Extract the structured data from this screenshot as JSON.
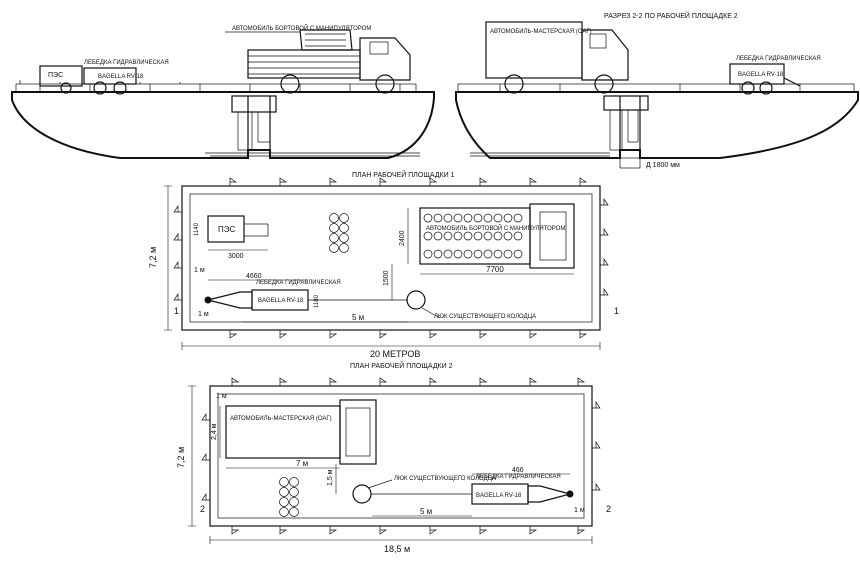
{
  "section_left": {
    "truck_label": "АВТОМОБИЛЬ БОРТОВОЙ С МАНИПУЛЯТОРОМ",
    "winch_label": "ЛЕБЕДКА ГИДРАВЛИЧЕСКАЯ",
    "pes_label": "ПЭС",
    "bagella_label": "BAGELLA RV-18"
  },
  "section_right": {
    "title": "РАЗРЕЗ 2-2 ПО РАБОЧЕЙ ПЛОЩАДКЕ  2",
    "workshop_label": "АВТОМОБИЛЬ-МАСТЕРСКАЯ (ОАГ)",
    "winch_label": "ЛЕБЕДКА ГИДРАВЛИЧЕСКАЯ",
    "bagella_label": "BAGELLA RV-18",
    "depth_label": "Д 1800 мм"
  },
  "plan1": {
    "title": "ПЛАН РАБОЧЕЙ ПЛОЩАДКИ  1",
    "pes_label": "ПЭС",
    "pes_dim_h": "1140",
    "pes_dim_w": "3000",
    "truck_label": "АВТОМОБИЛЬ БОРТОВОЙ С МАНИПУЛЯТОРОМ",
    "truck_dim_h": "2400",
    "truck_dim_w": "7700",
    "dim_1500": "1500",
    "winch_label": "ЛЕБЕДКА ГИДРАВЛИЧЕСКАЯ",
    "bagella_label": "BAGELLA RV-18",
    "winch_dim_w": "4660",
    "winch_dim_h": "1180",
    "well_label": "ЛЮК СУЩЕСТВУЮЩЕГО КОЛОДЦА",
    "dim_5m": "5 м",
    "dim_1m_a": "1 м",
    "dim_1m_b": "1 м",
    "side_1_left": "1",
    "side_1_right": "1",
    "height_label": "7,2 м",
    "width_label": "20 МЕТРОВ"
  },
  "plan2": {
    "title": "ПЛАН РАБОЧЕЙ ПЛОЩАДКИ  2",
    "workshop_label": "АВТОМОБИЛЬ-МАСТЕРСКАЯ (ОАГ)",
    "dim_1m_top": "1 м",
    "dim_24m": "2,4 м",
    "dim_7m": "7 м",
    "dim_15m": "1,5 м",
    "well_label": "ЛЮК СУЩЕСТВУЮЩЕГО КОЛОДЦА",
    "winch_label": "ЛЕБЕДКА ГИДРАВЛИЧЕСКАЯ",
    "bagella_label": "BAGELLA RV-18",
    "winch_dim": "466",
    "dim_5m": "5 м",
    "dim_1m_right": "1 м",
    "side_2_left": "2",
    "side_2_right": "2",
    "height_label": "7,2 м",
    "width_label": "18,5 м"
  }
}
